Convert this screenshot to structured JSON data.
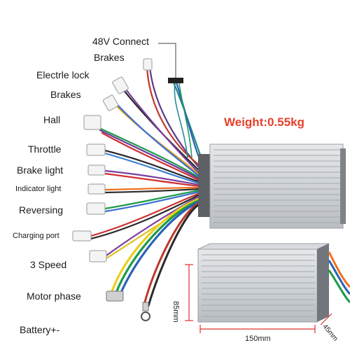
{
  "labels": {
    "connect_48v": "48V Connect",
    "brakes_top": "Brakes",
    "electric_lock": "Electrle lock",
    "brakes_2": "Brakes",
    "hall": "Hall",
    "throttle": "Throttle",
    "brake_light": "Brake light",
    "indicator_light": "Indicator light",
    "reversing": "Reversing",
    "charging_port": "Charging port",
    "three_speed": "3 Speed",
    "motor_phase": "Motor phase",
    "battery": "Battery+-"
  },
  "weight": "Weight:0.55kg",
  "dimensions": {
    "length": "150mm",
    "height": "85mm",
    "depth": "45mm"
  },
  "colors": {
    "weight_text": "#e8402a",
    "dimension_line": "#e23030",
    "housing": "#c9ccd0",
    "fin_dark": "#9aa0a6"
  }
}
